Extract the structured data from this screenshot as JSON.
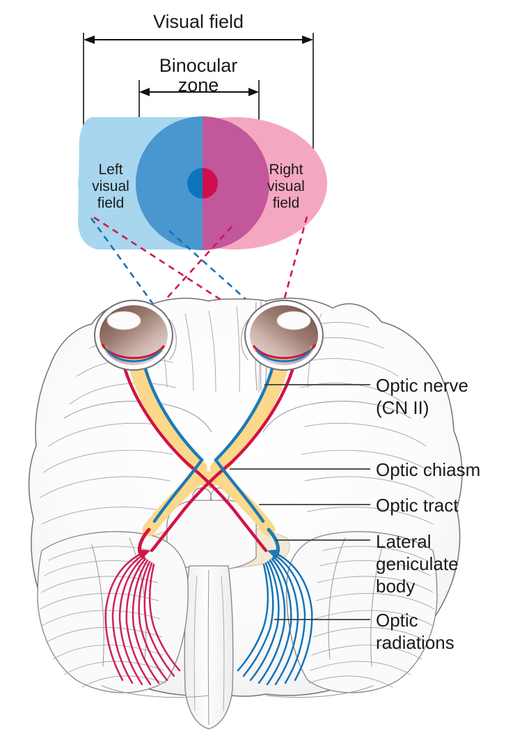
{
  "figure": {
    "title_dimension": "Visual field",
    "binocular_dimension_line1": "Binocular",
    "binocular_dimension_line2": "zone"
  },
  "visual_field": {
    "left": {
      "line1": "Left",
      "line2": "visual",
      "line3": "field"
    },
    "right": {
      "line1": "Right",
      "line2": "visual",
      "line3": "field"
    }
  },
  "labels": [
    {
      "id": "optic-nerve",
      "line1": "Optic nerve",
      "line2": "(CN II)"
    },
    {
      "id": "optic-chiasm",
      "line1": "Optic chiasm",
      "line2": ""
    },
    {
      "id": "optic-tract",
      "line1": "Optic tract",
      "line2": ""
    },
    {
      "id": "lateral-geniculate-body",
      "line1": "Lateral",
      "line2": "geniculate",
      "line3": "body"
    },
    {
      "id": "optic-radiations",
      "line1": "Optic",
      "line2": "radiations",
      "line3": ""
    }
  ],
  "colors": {
    "left_field_light_blue": "#A8D6EE",
    "right_field_light_pink": "#F4A7C1",
    "binocular_blue": "#4A96CF",
    "binocular_magenta": "#C2579B",
    "fixation_blue": "#0B75BC",
    "fixation_crimson": "#CE0E4E",
    "nerve_sheath_yellow": "#FBD88A",
    "fiber_red": "#D31245",
    "fiber_blue": "#1B7AB8",
    "brain_fill": "#FAFAFB",
    "brainstem_cream": "#F3E8D2",
    "eye_interior": "#7C584E",
    "text": "#1a1a1a",
    "leader_line": "#3b3b3b"
  }
}
